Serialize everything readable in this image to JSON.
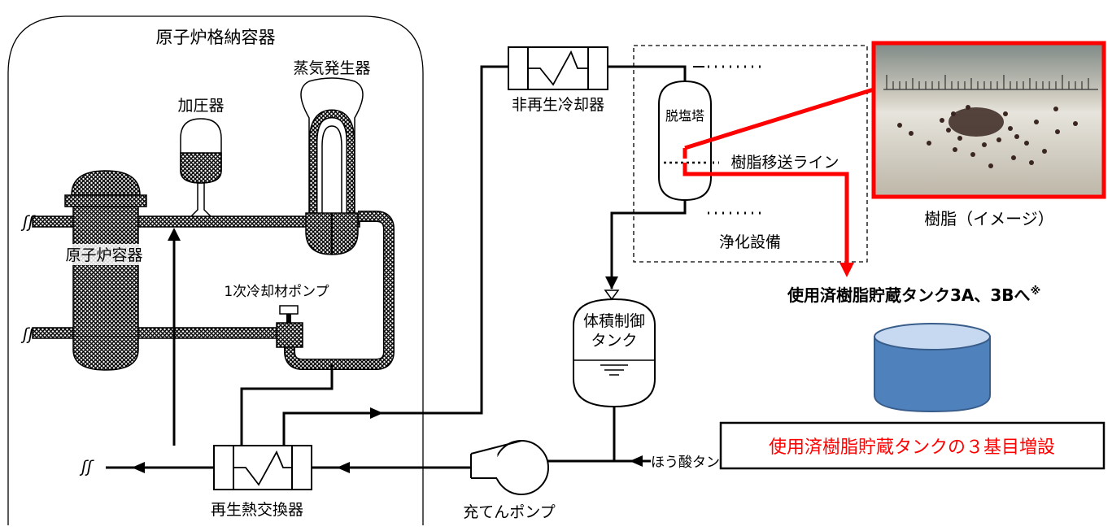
{
  "labels": {
    "containment": "原子炉格納容器",
    "steam_generator": "蒸気発生器",
    "pressurizer": "加圧器",
    "reactor_vessel": "原子炉容器",
    "rcp": "1次冷却材ポンプ",
    "regen_hx": "再生熱交換器",
    "charging_pump": "充てんポンプ",
    "boric_acid": "ほう酸タンク、ほう酸ポンプなど",
    "nonregen_cooler": "非再生冷却器",
    "demineralizer": "脱塩塔",
    "resin_transfer": "樹脂移送ライン",
    "purification": "浄化設備",
    "vct_line1": "体積制御",
    "vct_line2": "タンク",
    "resin_caption": "樹脂（イメージ）",
    "spent_resin_tank": "使用済樹脂貯蔵タンク3A、3Bへ",
    "note_mark": "※",
    "expansion_box": "使用済樹脂貯蔵タンクの３基目増設"
  },
  "colors": {
    "highlight_red": "#ff0000",
    "tank_blue": "#4f81bd",
    "tank_top": "#c6d9f1",
    "resin_background": "#d9d5c8"
  }
}
